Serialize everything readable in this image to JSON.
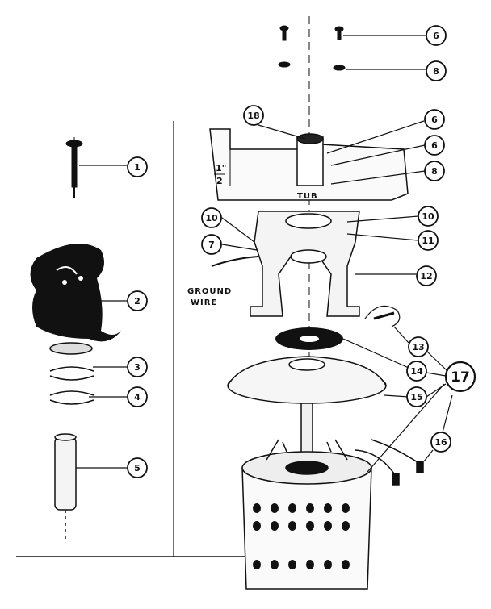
{
  "callouts": [
    {
      "id": "c1",
      "label": "1"
    },
    {
      "id": "c2",
      "label": "2"
    },
    {
      "id": "c3",
      "label": "3"
    },
    {
      "id": "c4",
      "label": "4"
    },
    {
      "id": "c5",
      "label": "5"
    },
    {
      "id": "c6a",
      "label": "6"
    },
    {
      "id": "c8a",
      "label": "8"
    },
    {
      "id": "c6b",
      "label": "6"
    },
    {
      "id": "c6c",
      "label": "6"
    },
    {
      "id": "c8b",
      "label": "8"
    },
    {
      "id": "c10a",
      "label": "10"
    },
    {
      "id": "c11",
      "label": "11"
    },
    {
      "id": "c12",
      "label": "12"
    },
    {
      "id": "c13",
      "label": "13"
    },
    {
      "id": "c14",
      "label": "14"
    },
    {
      "id": "c15",
      "label": "15"
    },
    {
      "id": "c16",
      "label": "16"
    },
    {
      "id": "c17",
      "label": "17"
    },
    {
      "id": "c18",
      "label": "18"
    },
    {
      "id": "c10b",
      "label": "10"
    },
    {
      "id": "c7",
      "label": "7"
    }
  ],
  "labels": {
    "tub": "TUB",
    "ground_line1": "GROUND",
    "ground_line2": "WIRE",
    "dim_num": "1\"",
    "dim_den": "2"
  }
}
